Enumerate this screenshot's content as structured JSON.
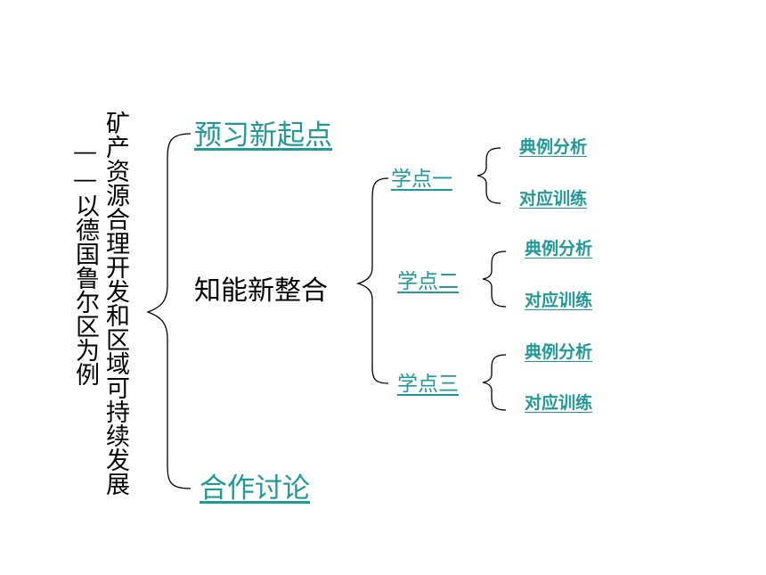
{
  "title": {
    "main": "矿产资源合理开发和区域可持续发展",
    "sub": "——以德国鲁尔区为例"
  },
  "level1": {
    "preview": "预习新起点",
    "integration": "知能新整合",
    "discussion": "合作讨论"
  },
  "points": [
    {
      "label": "学点一",
      "example": "典例分析",
      "training": "对应训练"
    },
    {
      "label": "学点二",
      "example": "典例分析",
      "training": "对应训练"
    },
    {
      "label": "学点三",
      "example": "典例分析",
      "training": "对应训练"
    }
  ]
}
